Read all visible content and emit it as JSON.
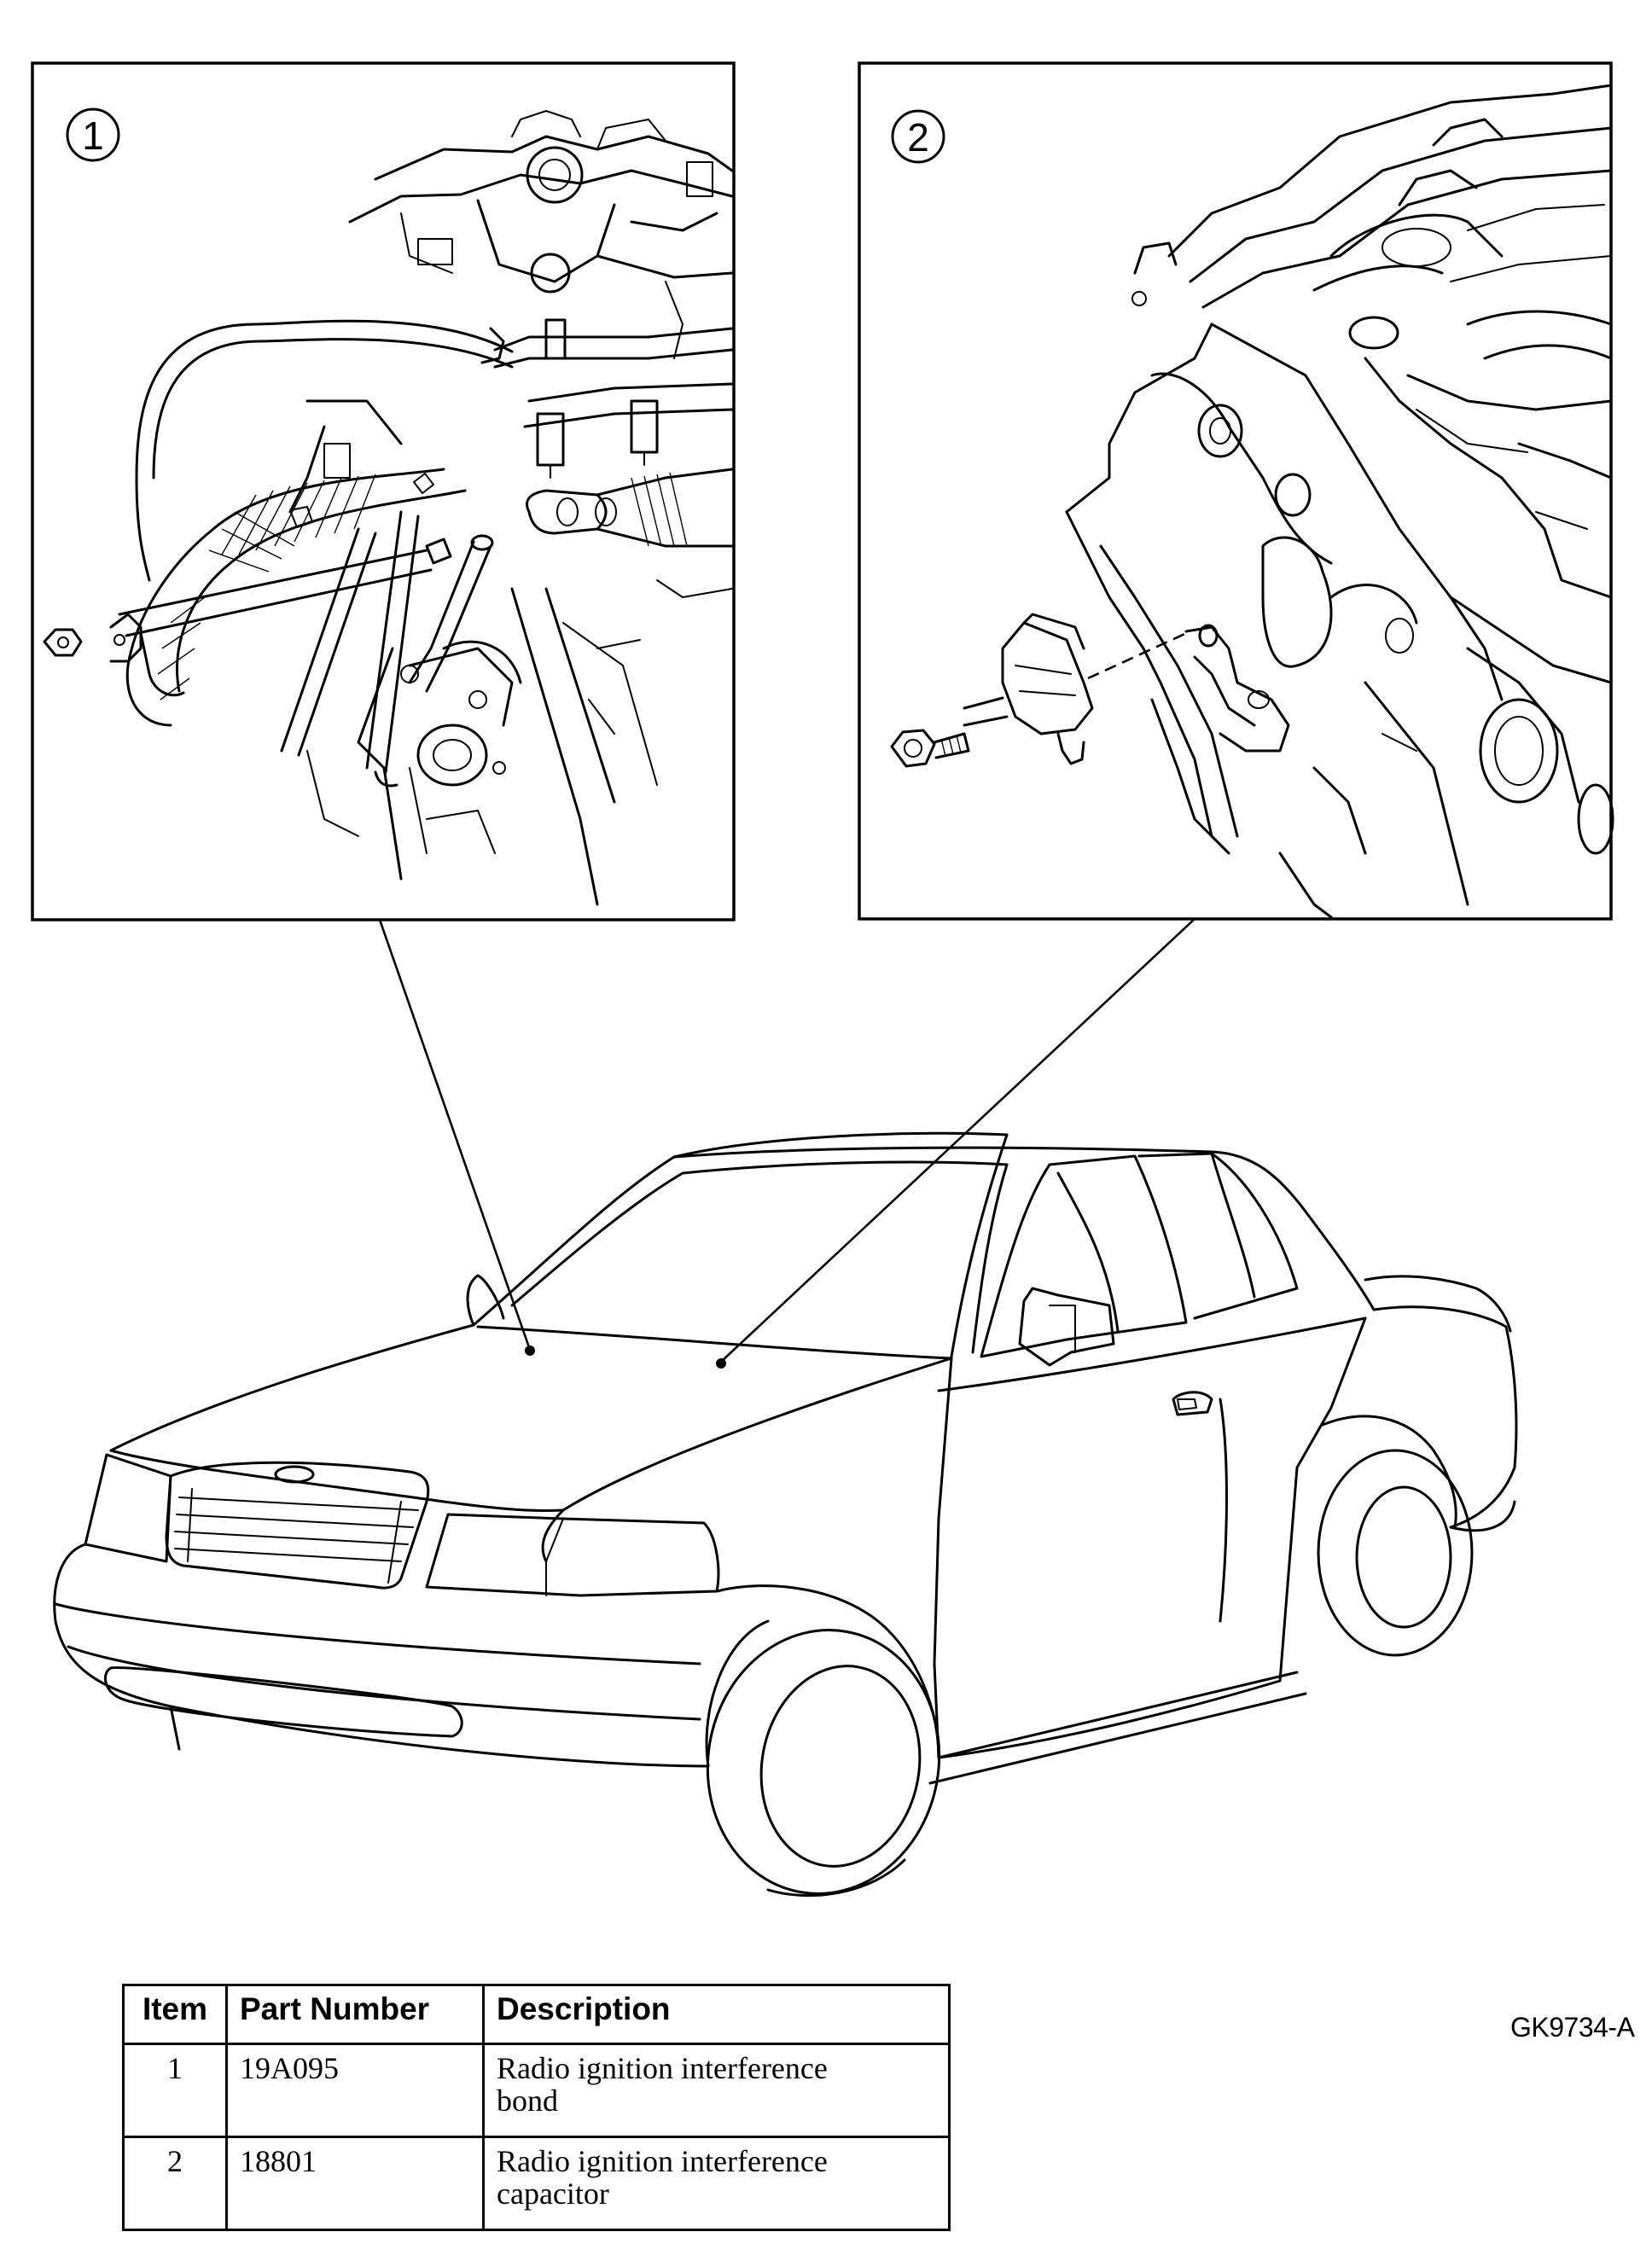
{
  "callouts": {
    "c1": "1",
    "c2": "2"
  },
  "legend": {
    "headers": {
      "item": "Item",
      "part_number": "Part Number",
      "description": "Description"
    },
    "rows": [
      {
        "item": "1",
        "part_number": "19A095",
        "description_line1": "Radio ignition interference",
        "description_line2": "bond"
      },
      {
        "item": "2",
        "part_number": "18801",
        "description_line1": "Radio ignition interference",
        "description_line2": "capacitor"
      }
    ]
  },
  "figure_code": "GK9734-A"
}
